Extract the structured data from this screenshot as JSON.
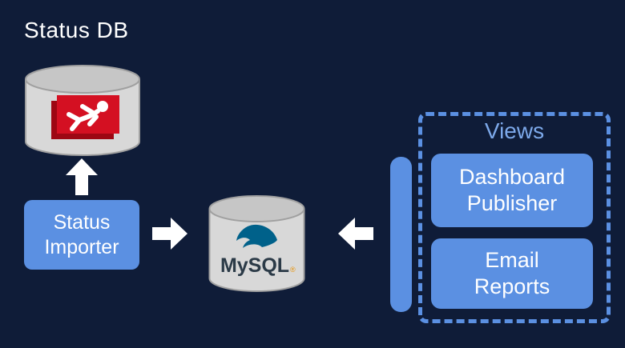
{
  "labels": {
    "status_db": "Status DB",
    "views": "Views"
  },
  "nodes": {
    "status_importer": {
      "lines": [
        "Status",
        "Importer"
      ]
    },
    "dashboard_publisher": {
      "lines": [
        "Dashboard",
        "Publisher"
      ]
    },
    "email_reports": {
      "lines": [
        "Email",
        "Reports"
      ]
    },
    "mysql": {
      "label": "MySQL",
      "registered": "®"
    }
  },
  "icons": {
    "status_db_logo": "falling-person-badge",
    "mysql_logo": "mysql-dolphin",
    "up_arrow": "arrow-up",
    "right_arrow": "arrow-right",
    "left_arrow": "arrow-left",
    "database": "database-cylinder"
  },
  "colors": {
    "background": "#0f1c38",
    "box_blue": "#5b90e2",
    "views_border": "#5b90e2",
    "views_label_blue": "#7da9ea",
    "cylinder_gray": "#d8d8d8",
    "cylinder_top_gray": "#c6c6c6",
    "arrow_white": "#ffffff",
    "logo_red": "#d41022",
    "mysql_blue": "#00618a",
    "mysql_orange": "#e8950c"
  }
}
